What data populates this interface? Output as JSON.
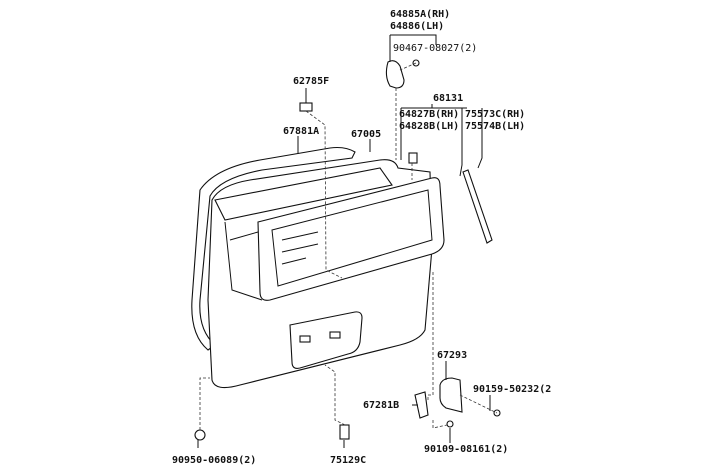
{
  "labels": {
    "hinge_rh": "64885A(RH)",
    "hinge_lh": "64886(LH)",
    "hinge_bolt": "90467-08027(2)",
    "clip": "62785F",
    "garnish_group": "68131",
    "garnish_rh": "64827B(RH)",
    "garnish_lh": "64828B(LH)",
    "molding_rh": "75573C(RH)",
    "molding_lh": "75574B(LH)",
    "weatherstrip": "67881A",
    "back_door_panel": "67005",
    "lock_assy": "67293",
    "lock_bolt": "90159-50232(2",
    "striker": "67281B",
    "plug": "90950-06089(2)",
    "cushion": "75129C",
    "striker_bolt": "90109-08161(2)"
  }
}
